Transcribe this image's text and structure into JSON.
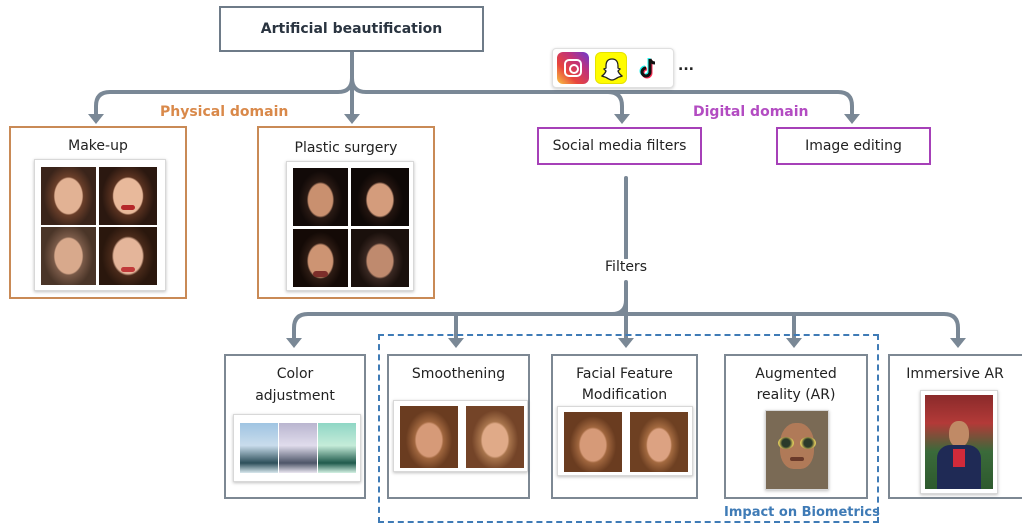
{
  "root": {
    "title": "Artificial beautification"
  },
  "domains": {
    "physical": {
      "label": "Physical domain",
      "color": "#d9894a"
    },
    "digital": {
      "label": "Digital domain",
      "color": "#b34cc2"
    }
  },
  "physical_nodes": [
    {
      "label": "Make-up"
    },
    {
      "label": "Plastic surgery"
    }
  ],
  "digital_nodes": [
    {
      "label": "Social media filters"
    },
    {
      "label": "Image editing"
    }
  ],
  "social_icons": {
    "icons": [
      "instagram-icon",
      "snapchat-icon",
      "tiktok-icon"
    ],
    "more": "..."
  },
  "filters_label": "Filters",
  "filter_types": [
    {
      "label_line1": "Color",
      "label_line2": "adjustment"
    },
    {
      "label_line1": "Smoothening",
      "label_line2": ""
    },
    {
      "label_line1": "Facial Feature",
      "label_line2": "Modification"
    },
    {
      "label_line1": "Augmented",
      "label_line2": "reality (AR)"
    },
    {
      "label_line1": "Immersive AR",
      "label_line2": ""
    }
  ],
  "impact_label": "Impact on Biometrics",
  "colors": {
    "connector": "#7a8896",
    "impact": "#3f7bb6",
    "physical_border": "#c98a56",
    "digital_border": "#a640b8"
  }
}
